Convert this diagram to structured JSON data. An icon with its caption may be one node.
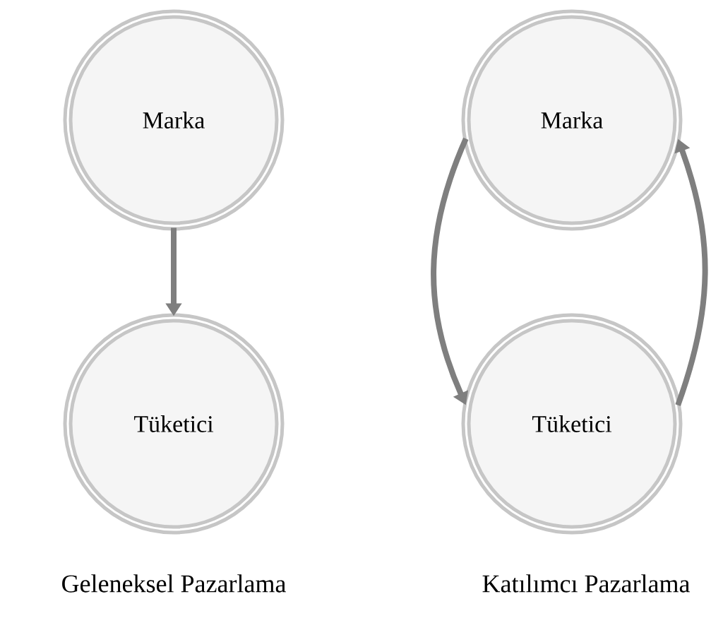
{
  "diagram": {
    "nodes": [
      {
        "text": [
          "Marka"
        ]
      },
      {
        "text": [
          "Tüketici"
        ]
      },
      {
        "text": [
          "Marka"
        ]
      },
      {
        "text": [
          "Tüketici"
        ]
      }
    ],
    "edges": [
      {
        "from": 0,
        "to": 1,
        "arrow": "to"
      },
      {
        "from": 2,
        "to": 3,
        "arrow": "to"
      },
      {
        "from": 3,
        "to": 2,
        "arrow": "to"
      }
    ],
    "labels": [
      "Geleneksel Pazarlama",
      "Katılımcı Pazarlama"
    ]
  }
}
